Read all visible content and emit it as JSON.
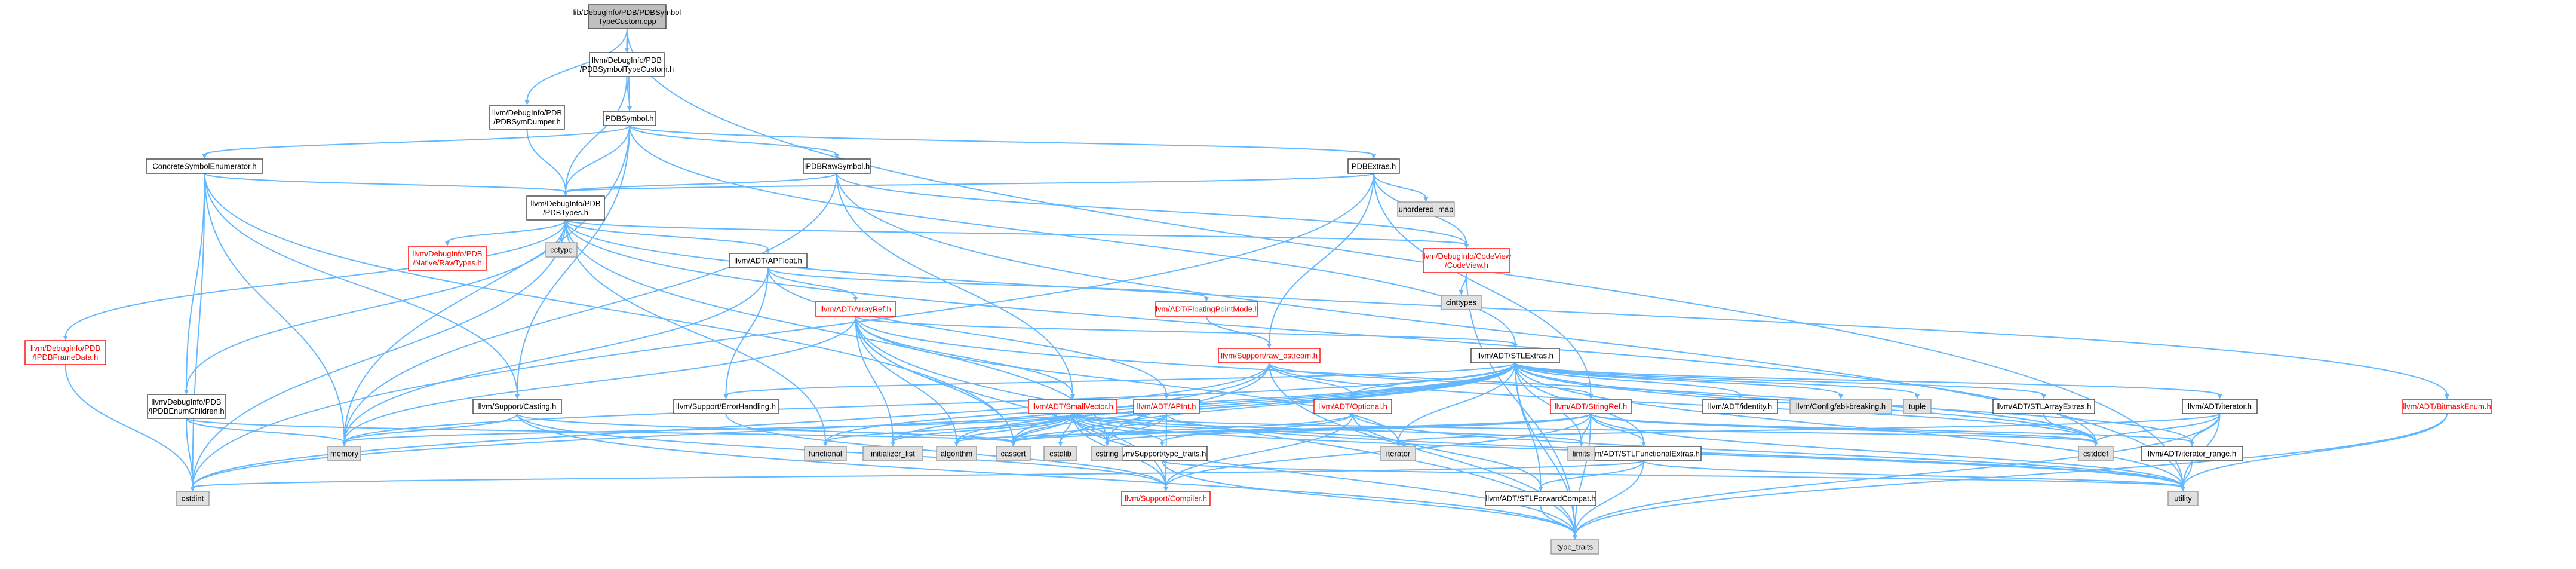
{
  "graph": {
    "nodes": [
      {
        "id": "root",
        "kind": "root",
        "lines": [
          "lib/DebugInfo/PDB/PDBSymbol",
          "TypeCustom.cpp"
        ]
      },
      {
        "id": "pdbsymtc",
        "kind": "normal",
        "lines": [
          "llvm/DebugInfo/PDB",
          "/PDBSymbolTypeCustom.h"
        ]
      },
      {
        "id": "pdbsymdumper",
        "kind": "normal",
        "lines": [
          "llvm/DebugInfo/PDB",
          "/PDBSymDumper.h"
        ]
      },
      {
        "id": "pdbsymbol",
        "kind": "normal",
        "lines": [
          "PDBSymbol.h"
        ]
      },
      {
        "id": "cse",
        "kind": "normal",
        "lines": [
          "ConcreteSymbolEnumerator.h"
        ]
      },
      {
        "id": "ipdbraw",
        "kind": "normal",
        "lines": [
          "IPDBRawSymbol.h"
        ]
      },
      {
        "id": "pdbextras",
        "kind": "normal",
        "lines": [
          "PDBExtras.h"
        ]
      },
      {
        "id": "unordered_map",
        "kind": "sys",
        "lines": [
          "unordered_map"
        ]
      },
      {
        "id": "pdbtypes",
        "kind": "normal",
        "lines": [
          "llvm/DebugInfo/PDB",
          "/PDBTypes.h"
        ]
      },
      {
        "id": "codeview",
        "kind": "red",
        "lines": [
          "llvm/DebugInfo/CodeView",
          "/CodeView.h"
        ]
      },
      {
        "id": "cinttypes",
        "kind": "sys",
        "lines": [
          "cinttypes"
        ]
      },
      {
        "id": "cctype",
        "kind": "sys",
        "lines": [
          "cctype"
        ]
      },
      {
        "id": "nativeraw",
        "kind": "red",
        "lines": [
          "llvm/DebugInfo/PDB",
          "/Native/RawTypes.h"
        ]
      },
      {
        "id": "apfloat",
        "kind": "normal",
        "lines": [
          "llvm/ADT/APFloat.h"
        ]
      },
      {
        "id": "fpmode",
        "kind": "red",
        "lines": [
          "llvm/ADT/FloatingPointMode.h"
        ]
      },
      {
        "id": "arrayref",
        "kind": "red",
        "lines": [
          "llvm/ADT/ArrayRef.h"
        ]
      },
      {
        "id": "rawostream",
        "kind": "red",
        "lines": [
          "llvm/Support/raw_ostream.h"
        ]
      },
      {
        "id": "stlextras",
        "kind": "normal",
        "lines": [
          "llvm/ADT/STLExtras.h"
        ]
      },
      {
        "id": "bitmask",
        "kind": "red",
        "lines": [
          "llvm/ADT/BitmaskEnum.h"
        ]
      },
      {
        "id": "ipdbframe",
        "kind": "red",
        "lines": [
          "llvm/DebugInfo/PDB",
          "/IPDBFrameData.h"
        ]
      },
      {
        "id": "ipdbenum",
        "kind": "normal",
        "lines": [
          "llvm/DebugInfo/PDB",
          "/IPDBEnumChildren.h"
        ]
      },
      {
        "id": "casting",
        "kind": "normal",
        "lines": [
          "llvm/Support/Casting.h"
        ]
      },
      {
        "id": "errorhandling",
        "kind": "normal",
        "lines": [
          "llvm/Support/ErrorHandling.h"
        ]
      },
      {
        "id": "smallvector",
        "kind": "red",
        "lines": [
          "llvm/ADT/SmallVector.h"
        ]
      },
      {
        "id": "apint",
        "kind": "red",
        "lines": [
          "llvm/ADT/APInt.h"
        ]
      },
      {
        "id": "optional",
        "kind": "red",
        "lines": [
          "llvm/ADT/Optional.h"
        ]
      },
      {
        "id": "stringref",
        "kind": "red",
        "lines": [
          "llvm/ADT/StringRef.h"
        ]
      },
      {
        "id": "identity",
        "kind": "normal",
        "lines": [
          "llvm/ADT/identity.h"
        ]
      },
      {
        "id": "abibreaking",
        "kind": "sys",
        "lines": [
          "llvm/Config/abi-breaking.h"
        ]
      },
      {
        "id": "tuple",
        "kind": "sys",
        "lines": [
          "tuple"
        ]
      },
      {
        "id": "stlarrayextras",
        "kind": "normal",
        "lines": [
          "llvm/ADT/STLArrayExtras.h"
        ]
      },
      {
        "id": "iterator_h",
        "kind": "normal",
        "lines": [
          "llvm/ADT/iterator.h"
        ]
      },
      {
        "id": "typetraits_support",
        "kind": "normal",
        "lines": [
          "llvm/Support/type_traits.h"
        ]
      },
      {
        "id": "stlfunc",
        "kind": "normal",
        "lines": [
          "llvm/ADT/STLFunctionalExtras.h"
        ]
      },
      {
        "id": "iterrange",
        "kind": "normal",
        "lines": [
          "llvm/ADT/iterator_range.h"
        ]
      },
      {
        "id": "compiler",
        "kind": "red",
        "lines": [
          "llvm/Support/Compiler.h"
        ]
      },
      {
        "id": "stlfwd",
        "kind": "normal",
        "lines": [
          "llvm/ADT/STLForwardCompat.h"
        ]
      },
      {
        "id": "memory",
        "kind": "sys",
        "lines": [
          "memory"
        ]
      },
      {
        "id": "cstdint",
        "kind": "sys",
        "lines": [
          "cstdint"
        ]
      },
      {
        "id": "functional",
        "kind": "sys",
        "lines": [
          "functional"
        ]
      },
      {
        "id": "initlist",
        "kind": "sys",
        "lines": [
          "initializer_list"
        ]
      },
      {
        "id": "algorithm",
        "kind": "sys",
        "lines": [
          "algorithm"
        ]
      },
      {
        "id": "cassert",
        "kind": "sys",
        "lines": [
          "cassert"
        ]
      },
      {
        "id": "cstdlib",
        "kind": "sys",
        "lines": [
          "cstdlib"
        ]
      },
      {
        "id": "cstring",
        "kind": "sys",
        "lines": [
          "cstring"
        ]
      },
      {
        "id": "iterator",
        "kind": "sys",
        "lines": [
          "iterator"
        ]
      },
      {
        "id": "limits",
        "kind": "sys",
        "lines": [
          "limits"
        ]
      },
      {
        "id": "cstddef",
        "kind": "sys",
        "lines": [
          "cstddef"
        ]
      },
      {
        "id": "utility",
        "kind": "sys",
        "lines": [
          "utility"
        ]
      },
      {
        "id": "type_traits",
        "kind": "sys",
        "lines": [
          "type_traits"
        ]
      }
    ],
    "edges": [
      [
        "root",
        "pdbsymtc"
      ],
      [
        "root",
        "pdbsymdumper"
      ],
      [
        "root",
        "pdbsymbol"
      ],
      [
        "root",
        "utility"
      ],
      [
        "pdbsymtc",
        "pdbsymbol"
      ],
      [
        "pdbsymtc",
        "pdbtypes"
      ],
      [
        "pdbsymdumper",
        "pdbtypes"
      ],
      [
        "pdbsymbol",
        "cse"
      ],
      [
        "pdbsymbol",
        "ipdbraw"
      ],
      [
        "pdbsymbol",
        "pdbextras"
      ],
      [
        "pdbsymbol",
        "pdbtypes"
      ],
      [
        "pdbsymbol",
        "casting"
      ],
      [
        "pdbsymbol",
        "stlextras"
      ],
      [
        "pdbsymbol",
        "memory"
      ],
      [
        "cse",
        "pdbtypes"
      ],
      [
        "cse",
        "ipdbenum"
      ],
      [
        "cse",
        "casting"
      ],
      [
        "cse",
        "memory"
      ],
      [
        "cse",
        "cstdint"
      ],
      [
        "cse",
        "cassert"
      ],
      [
        "ipdbraw",
        "pdbtypes"
      ],
      [
        "ipdbraw",
        "codeview"
      ],
      [
        "ipdbraw",
        "smallvector"
      ],
      [
        "ipdbraw",
        "memory"
      ],
      [
        "ipdbraw",
        "utility"
      ],
      [
        "pdbextras",
        "pdbtypes"
      ],
      [
        "pdbextras",
        "codeview"
      ],
      [
        "pdbextras",
        "rawostream"
      ],
      [
        "pdbextras",
        "stringref"
      ],
      [
        "pdbextras",
        "unordered_map"
      ],
      [
        "pdbextras",
        "cstdint"
      ],
      [
        "pdbtypes",
        "codeview"
      ],
      [
        "pdbtypes",
        "nativeraw"
      ],
      [
        "pdbtypes",
        "cctype"
      ],
      [
        "pdbtypes",
        "apfloat"
      ],
      [
        "pdbtypes",
        "ipdbframe"
      ],
      [
        "pdbtypes",
        "ipdbenum"
      ],
      [
        "pdbtypes",
        "bitmask"
      ],
      [
        "pdbtypes",
        "cstddef"
      ],
      [
        "pdbtypes",
        "cstdint"
      ],
      [
        "pdbtypes",
        "cstring"
      ],
      [
        "pdbtypes",
        "functional"
      ],
      [
        "codeview",
        "cinttypes"
      ],
      [
        "codeview",
        "type_traits"
      ],
      [
        "apfloat",
        "fpmode"
      ],
      [
        "apfloat",
        "arrayref"
      ],
      [
        "apfloat",
        "apint"
      ],
      [
        "apfloat",
        "errorhandling"
      ],
      [
        "apfloat",
        "memory"
      ],
      [
        "fpmode",
        "rawostream"
      ],
      [
        "arrayref",
        "stlextras"
      ],
      [
        "arrayref",
        "smallvector"
      ],
      [
        "arrayref",
        "compiler"
      ],
      [
        "arrayref",
        "algorithm"
      ],
      [
        "arrayref",
        "array_dummy"
      ],
      [
        "arrayref",
        "cassert"
      ],
      [
        "arrayref",
        "cstddef"
      ],
      [
        "arrayref",
        "initlist"
      ],
      [
        "arrayref",
        "iterator"
      ],
      [
        "arrayref",
        "memory"
      ],
      [
        "arrayref",
        "type_traits"
      ],
      [
        "arrayref",
        "vector_dummy"
      ],
      [
        "rawostream",
        "stringref"
      ],
      [
        "rawostream",
        "optional"
      ],
      [
        "rawostream",
        "cassert"
      ],
      [
        "rawostream",
        "cstddef"
      ],
      [
        "rawostream",
        "cstdint"
      ],
      [
        "rawostream",
        "cstring"
      ],
      [
        "rawostream",
        "type_traits"
      ],
      [
        "stlextras",
        "stlarrayextras"
      ],
      [
        "stlextras",
        "stlfunc"
      ],
      [
        "stlextras",
        "stlfwd"
      ],
      [
        "stlextras",
        "identity"
      ],
      [
        "stlextras",
        "iterator_h"
      ],
      [
        "stlextras",
        "iterrange"
      ],
      [
        "stlextras",
        "abibreaking"
      ],
      [
        "stlextras",
        "errorhandling"
      ],
      [
        "stlextras",
        "algorithm"
      ],
      [
        "stlextras",
        "cassert"
      ],
      [
        "stlextras",
        "cstddef"
      ],
      [
        "stlextras",
        "cstdint"
      ],
      [
        "stlextras",
        "cstdlib"
      ],
      [
        "stlextras",
        "functional"
      ],
      [
        "stlextras",
        "initlist"
      ],
      [
        "stlextras",
        "iterator"
      ],
      [
        "stlextras",
        "limits"
      ],
      [
        "stlextras",
        "memory"
      ],
      [
        "stlextras",
        "optional"
      ],
      [
        "stlextras",
        "tuple"
      ],
      [
        "stlextras",
        "type_traits"
      ],
      [
        "stlextras",
        "utility"
      ],
      [
        "bitmask",
        "type_traits"
      ],
      [
        "bitmask",
        "utility"
      ],
      [
        "ipdbframe",
        "cstdint"
      ],
      [
        "ipdbenum",
        "cassert"
      ],
      [
        "ipdbenum",
        "cstdint"
      ],
      [
        "ipdbenum",
        "memory"
      ],
      [
        "casting",
        "compiler"
      ],
      [
        "casting",
        "cassert"
      ],
      [
        "casting",
        "memory"
      ],
      [
        "casting",
        "type_traits"
      ],
      [
        "errorhandling",
        "compiler"
      ],
      [
        "smallvector",
        "compiler"
      ],
      [
        "smallvector",
        "typetraits_support"
      ],
      [
        "smallvector",
        "algorithm"
      ],
      [
        "smallvector",
        "cassert"
      ],
      [
        "smallvector",
        "cstddef"
      ],
      [
        "smallvector",
        "cstdlib"
      ],
      [
        "smallvector",
        "cstring"
      ],
      [
        "smallvector",
        "functional"
      ],
      [
        "smallvector",
        "initlist"
      ],
      [
        "smallvector",
        "iterator"
      ],
      [
        "smallvector",
        "limits"
      ],
      [
        "smallvector",
        "memory"
      ],
      [
        "smallvector",
        "new_dummy"
      ],
      [
        "smallvector",
        "type_traits"
      ],
      [
        "smallvector",
        "utility"
      ],
      [
        "apint",
        "compiler"
      ],
      [
        "apint",
        "cassert"
      ],
      [
        "apint",
        "climits_dummy"
      ],
      [
        "apint",
        "cstring"
      ],
      [
        "apint",
        "utility"
      ],
      [
        "optional",
        "stlfwd"
      ],
      [
        "optional",
        "compiler"
      ],
      [
        "optional",
        "typetraits_support"
      ],
      [
        "optional",
        "cassert"
      ],
      [
        "optional",
        "new_dummy"
      ],
      [
        "optional",
        "utility"
      ],
      [
        "stringref",
        "stlfunc"
      ],
      [
        "stringref",
        "iterrange"
      ],
      [
        "stringref",
        "compiler"
      ],
      [
        "stringref",
        "algorithm"
      ],
      [
        "stringref",
        "cassert"
      ],
      [
        "stringref",
        "cstddef"
      ],
      [
        "stringref",
        "cstring"
      ],
      [
        "stringref",
        "limits"
      ],
      [
        "stringref",
        "type_traits"
      ],
      [
        "stringref",
        "utility"
      ],
      [
        "stlarrayextras",
        "cstddef"
      ],
      [
        "iterator_h",
        "iterrange"
      ],
      [
        "iterator_h",
        "cstddef"
      ],
      [
        "iterator_h",
        "iterator"
      ],
      [
        "iterator_h",
        "type_traits"
      ],
      [
        "iterator_h",
        "utility"
      ],
      [
        "typetraits_support",
        "type_traits"
      ],
      [
        "typetraits_support",
        "utility"
      ],
      [
        "stlfunc",
        "stlfwd"
      ],
      [
        "stlfunc",
        "cstdint"
      ],
      [
        "stlfunc",
        "type_traits"
      ],
      [
        "stlfunc",
        "utility"
      ],
      [
        "iterrange",
        "utility"
      ],
      [
        "stlfwd",
        "type_traits"
      ]
    ]
  }
}
